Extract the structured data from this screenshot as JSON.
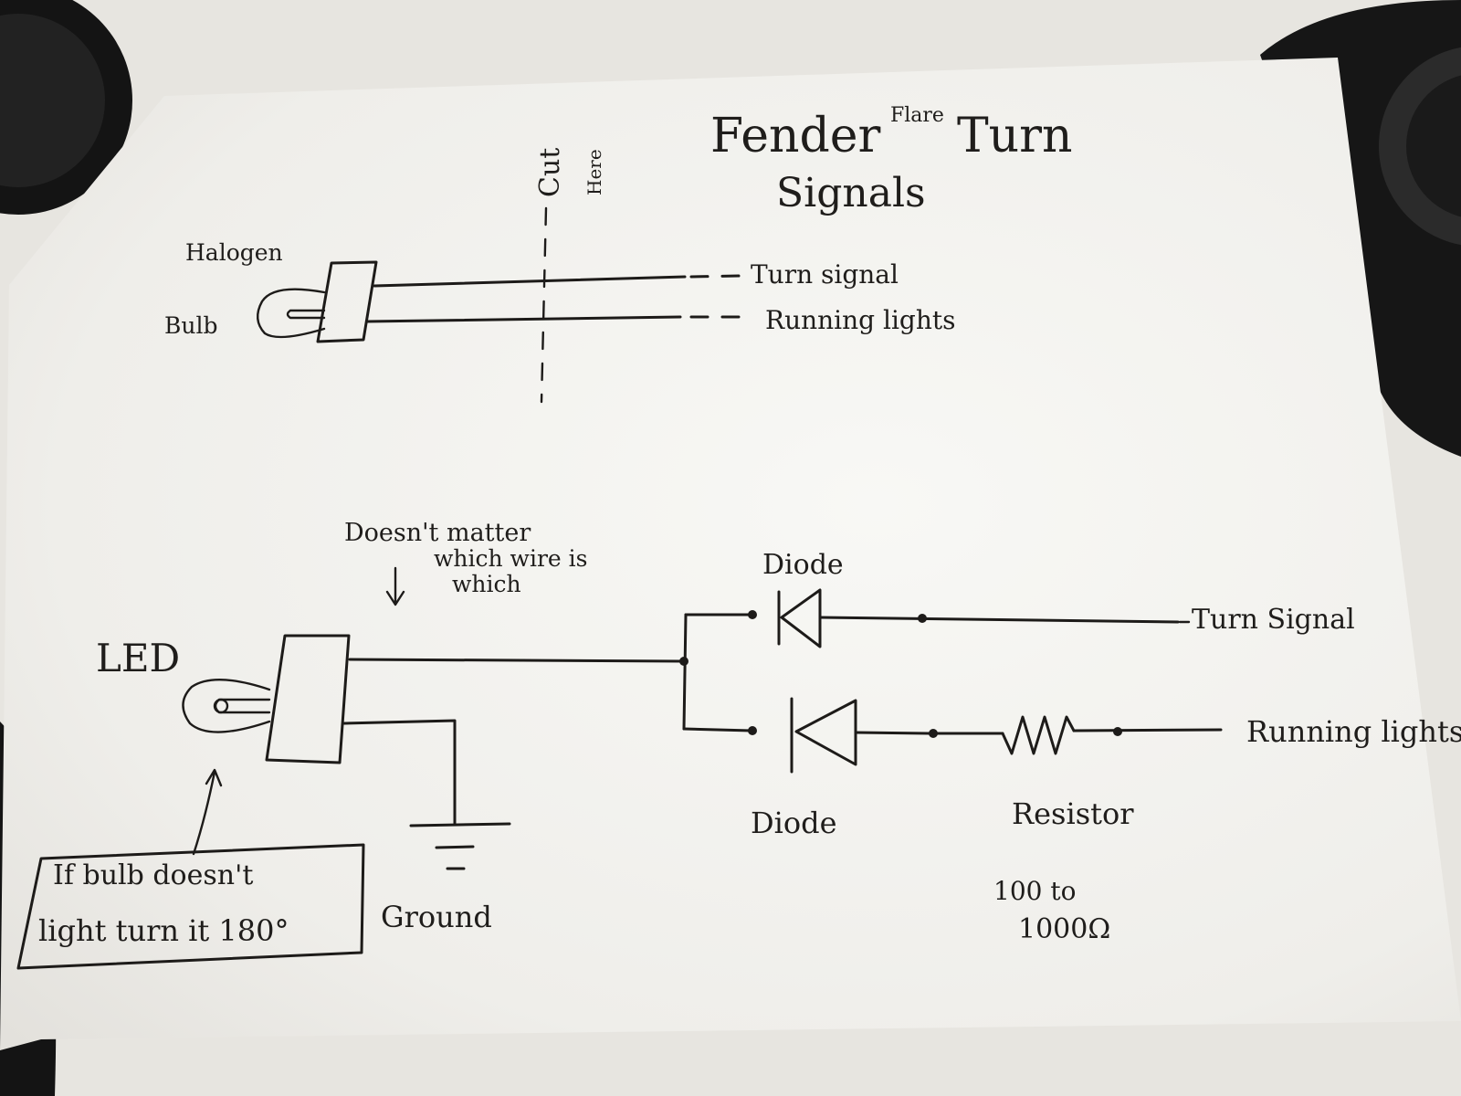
{
  "title": {
    "line1_left": "Fender",
    "superscript": "Flare",
    "line1_right": "Turn",
    "line2": "Signals"
  },
  "top_diagram": {
    "cut_label": "Cut",
    "here_label": "Here",
    "bulb_label_1": "Halogen",
    "bulb_label_2": "Bulb",
    "wire_labels": [
      "Turn signal",
      "Running lights"
    ]
  },
  "bottom_diagram": {
    "note": [
      "Doesn't matter",
      "which wire is",
      "which"
    ],
    "led_label": "LED",
    "diode_label_top": "Diode",
    "diode_label_bottom": "Diode",
    "resistor_label": "Resistor",
    "resistance_range": [
      "100 to",
      "1000Ω"
    ],
    "turn_signal_label": "Turn Signal",
    "running_lights_label": "Running lights",
    "ground_label": "Ground",
    "boxed_note": [
      "If bulb doesn't",
      "light turn it 180°"
    ]
  },
  "colors": {
    "paper": "#f4f3ef",
    "ink": "#1d1b19",
    "stove": "#141414",
    "counter": "#d9d7d1"
  }
}
